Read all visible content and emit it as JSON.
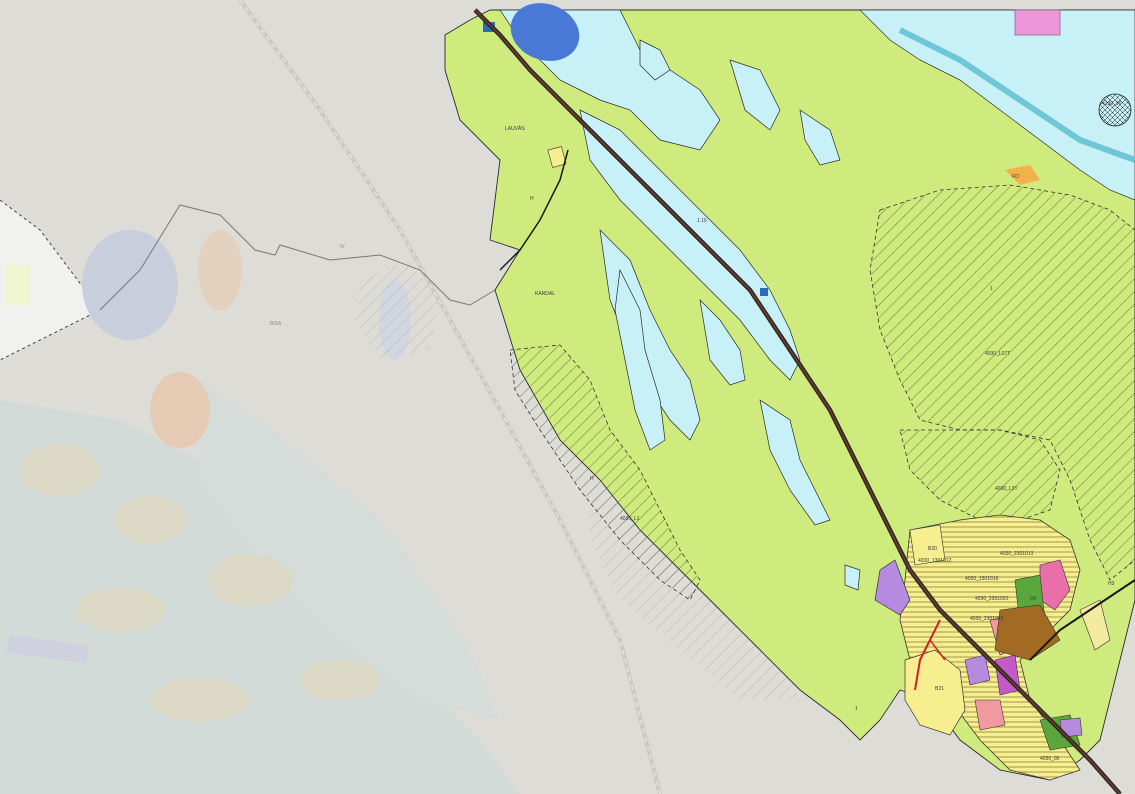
{
  "map": {
    "labels": {
      "lauvas": "LAUVÅS",
      "h1": "H",
      "kardal": "KARDAL",
      "iv": "IV",
      "bisa": "BISA",
      "n_big": "1",
      "big_zone": "4030_L07T",
      "fo": "FO",
      "top_right": "4130_96",
      "h2": "H",
      "h3": "H3",
      "small": "1.16",
      "zone_mid": "4030_L3T",
      "zone_left": "4030_L1",
      "b20": "B20",
      "b_zone1": "4030_1301012",
      "b_zone2": "4030_2301013",
      "b_zone3": "4030_1301016",
      "b_zone4": "4030_2301020",
      "b_zone5": "4030_2301063",
      "b21": "B21",
      "of": "OF",
      "n1": "1",
      "lower": "4030_00"
    },
    "colors": {
      "land_green": "#cfea7d",
      "water": "#c8f1f7",
      "faded_base": "#dcdcd6",
      "lake_blue": "#4a78d6",
      "residential_yellow": "#f7ef8f",
      "pink": "#e96fa9",
      "purple": "#b58adf",
      "brown": "#a26a23",
      "green_zone": "#5aa83c",
      "road_red": "#d0202a"
    }
  }
}
